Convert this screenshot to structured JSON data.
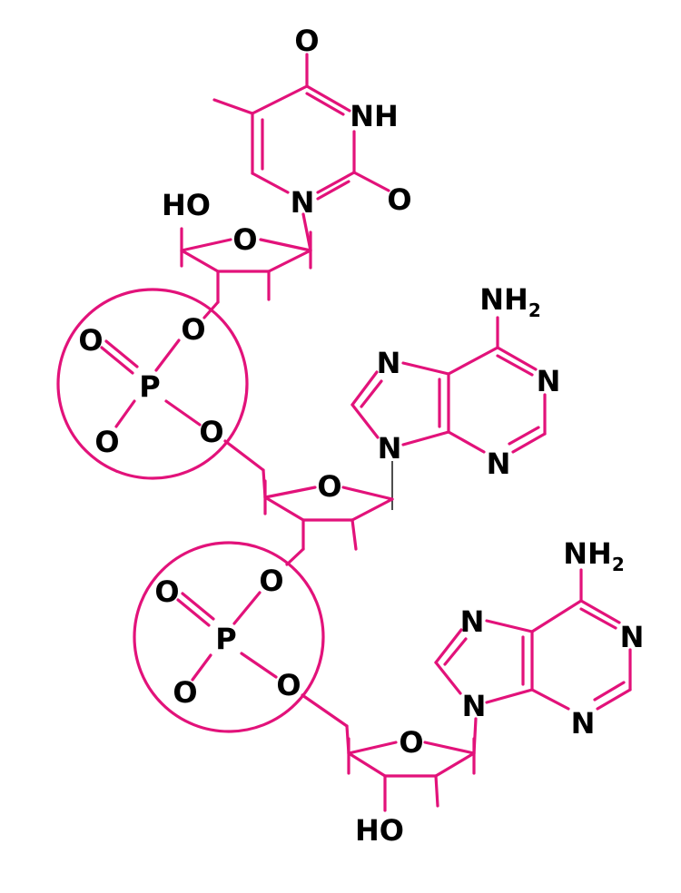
{
  "colors": {
    "bond": "#e2127a",
    "atom_label": "#000000",
    "background": "#ffffff"
  },
  "thymine": {
    "o_top": "O",
    "nh": "NH",
    "o_right": "O",
    "n1": "N"
  },
  "sugar1": {
    "ho": "HO",
    "ring_o": "O"
  },
  "phosphate1": {
    "o_ester_top": "O",
    "o_double": "O",
    "p": "P",
    "o_minus": "O",
    "o_ester_bottom": "O"
  },
  "sugar2": {
    "ring_o": "O"
  },
  "adenine1": {
    "nh2": "NH",
    "nh2_sub": "2",
    "n7": "N",
    "n1": "N",
    "n9": "N",
    "n3": "N"
  },
  "phosphate2": {
    "o_ester_top": "O",
    "o_double": "O",
    "p": "P",
    "o_minus": "O",
    "o_ester_bottom": "O"
  },
  "adenine2": {
    "nh2": "NH",
    "nh2_sub": "2",
    "n7": "N",
    "n1": "N",
    "n9": "N",
    "n3": "N"
  },
  "sugar3": {
    "ring_o": "O",
    "ho": "HO"
  }
}
